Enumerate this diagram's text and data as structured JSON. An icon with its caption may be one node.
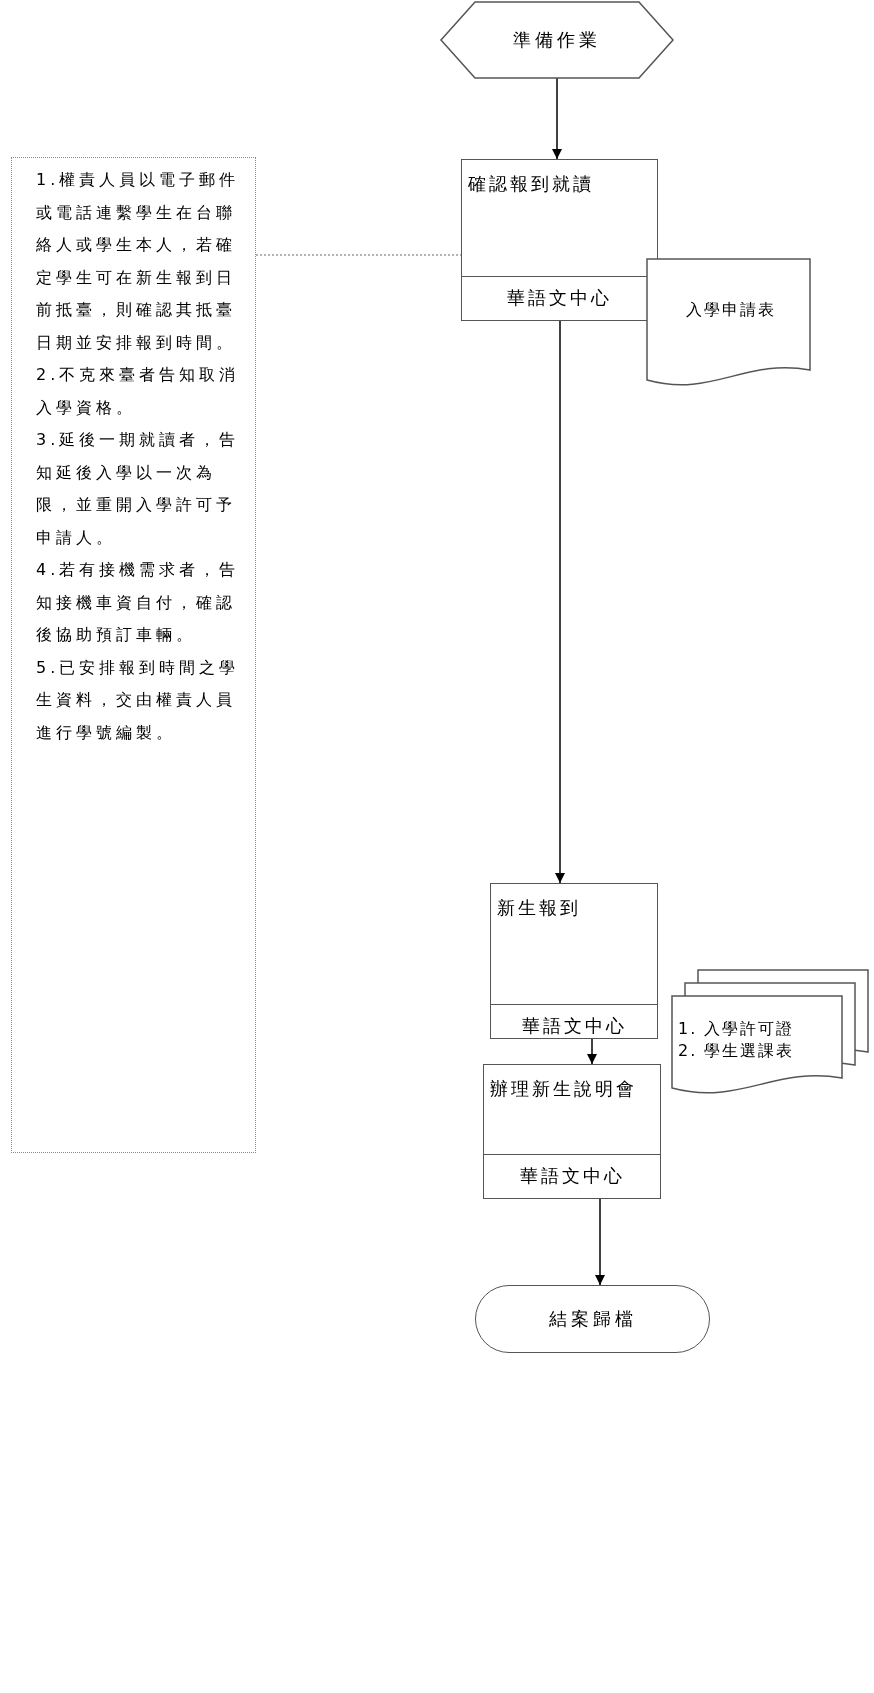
{
  "diagram": {
    "nodes": [
      {
        "text": [
          "準備作業"
        ]
      },
      {
        "text": [
          "1.權責人員以電子郵件或電話連繫學生在台聯絡人或學生本人，若確定學生可在新生報到日前抵臺，則確認其抵臺日期並安排報到時間。",
          "2.不克來臺者告知取消入學資格。",
          "3.延後一期就讀者，告知延後入學以一次為限，並重開入學許可予申請人。",
          "4.若有接機需求者，告知接機車資自付，確認後協助預訂車輛。",
          "5.已安排報到時間之學生資料，交由權責人員進行學號編製。"
        ]
      },
      {
        "text": [
          "確認報到就讀",
          "華語文中心"
        ]
      },
      {
        "text": [
          "入學申請表"
        ]
      },
      {
        "text": [
          "新生報到",
          "華語文中心"
        ]
      },
      {
        "text": [
          "1. 入學許可證",
          "2. 學生選課表"
        ]
      },
      {
        "text": [
          "辦理新生說明會",
          "華語文中心"
        ]
      },
      {
        "text": [
          "結案歸檔"
        ]
      }
    ],
    "edges": [
      {
        "from": 0,
        "to": 2,
        "arrow": "to"
      },
      {
        "from": 1,
        "to": 2,
        "arrow": "none",
        "style": "dashed",
        "color": "#999999"
      },
      {
        "from": 2,
        "to": 4,
        "arrow": "to"
      },
      {
        "from": 4,
        "to": 6,
        "arrow": "to"
      },
      {
        "from": 6,
        "to": 7,
        "arrow": "to"
      }
    ]
  }
}
